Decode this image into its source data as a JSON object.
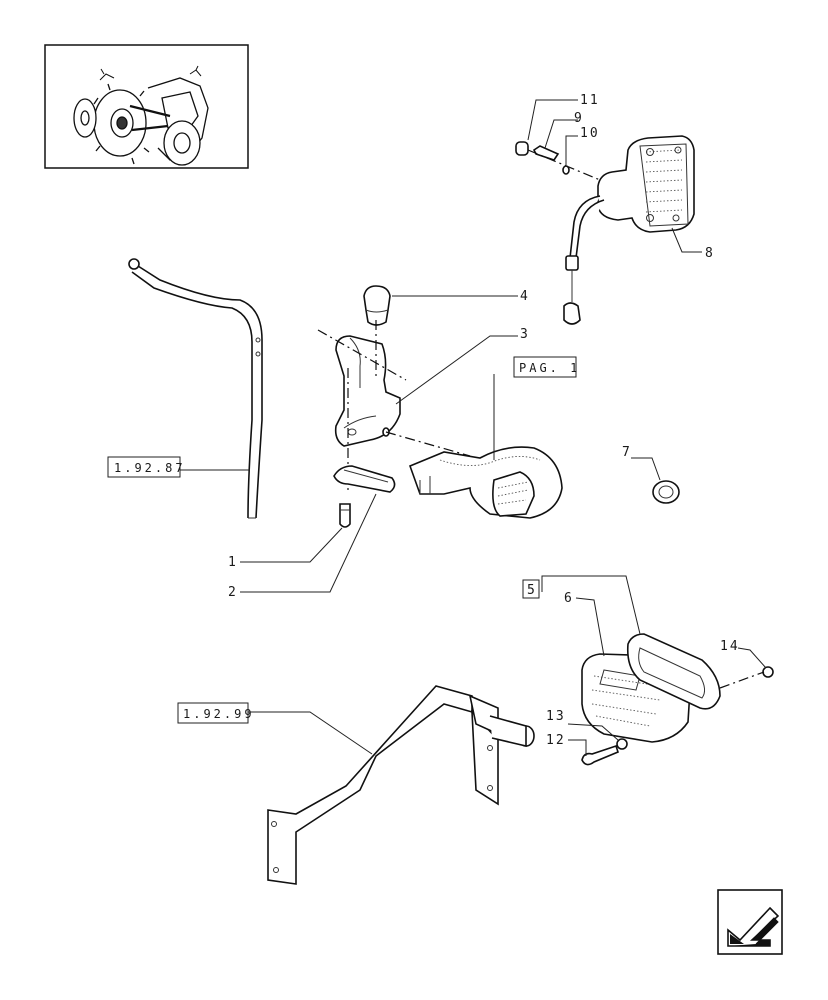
{
  "callouts": {
    "c1": "1",
    "c2": "2",
    "c3": "3",
    "c4": "4",
    "c5": "5",
    "c6": "6",
    "c7": "7",
    "c8": "8",
    "c9": "9",
    "c10": "10",
    "c11": "11",
    "c12": "12",
    "c13": "13",
    "c14": "14"
  },
  "references": {
    "ref_1_92_87": "1.92.87",
    "ref_1_92_99": "1.92.99",
    "ref_pag_1": "PAG. 1"
  },
  "icons": {
    "thumbnail": "tractor-thumbnail-icon",
    "nav": "back-arrow-icon"
  }
}
